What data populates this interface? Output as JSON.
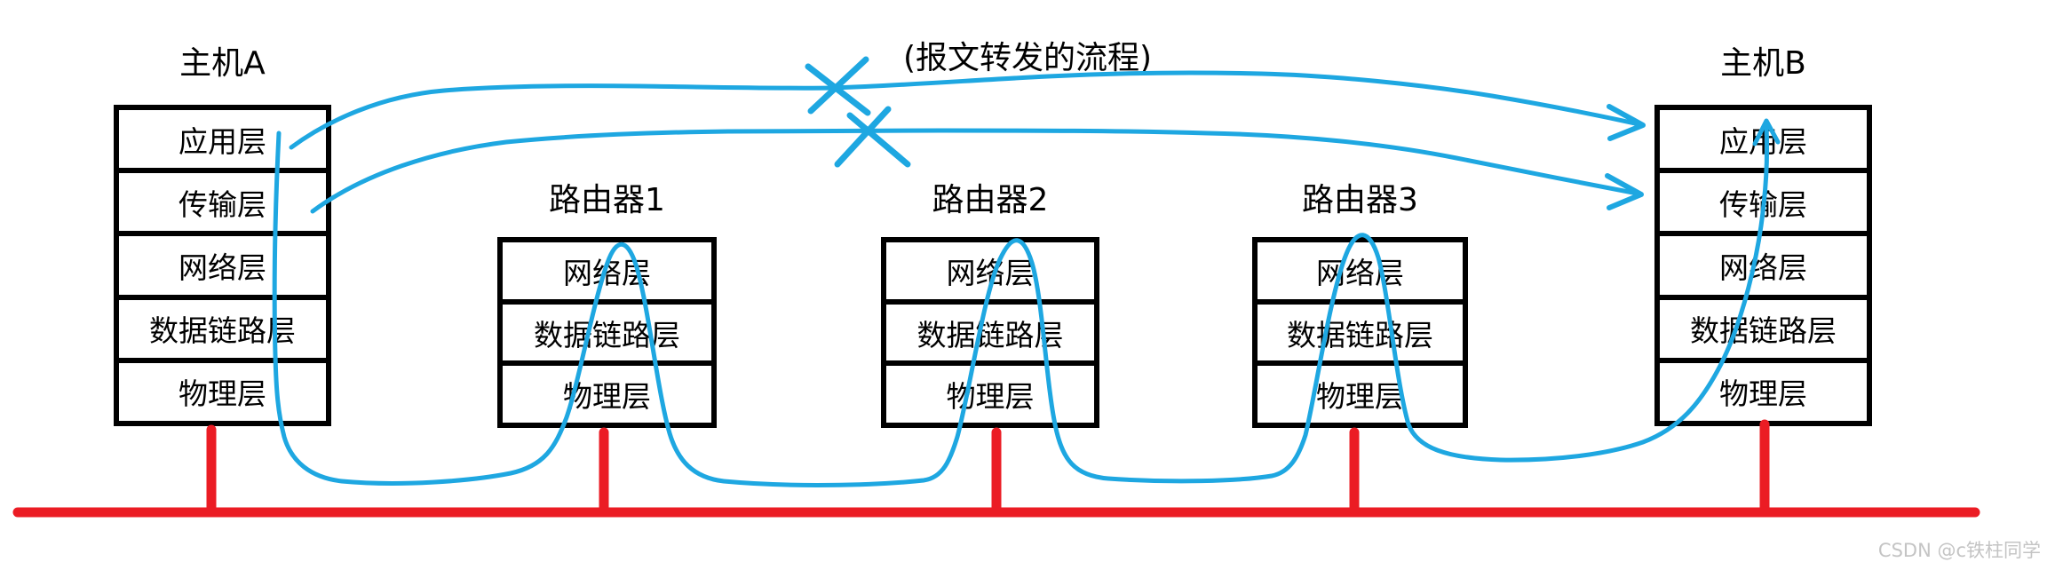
{
  "caption": "(报文转发的流程)",
  "watermark": "CSDN @c铁柱同学",
  "colors": {
    "ink_blue": "#1ea7e1",
    "bus_red": "#eb1c24",
    "box_black": "#000000",
    "watermark_gray": "#c4c4c4"
  },
  "nodes": [
    {
      "id": "host-a",
      "title": "主机A",
      "layers": [
        "应用层",
        "传输层",
        "网络层",
        "数据链路层",
        "物理层"
      ]
    },
    {
      "id": "router-1",
      "title": "路由器1",
      "layers": [
        "网络层",
        "数据链路层",
        "物理层"
      ]
    },
    {
      "id": "router-2",
      "title": "路由器2",
      "layers": [
        "网络层",
        "数据链路层",
        "物理层"
      ]
    },
    {
      "id": "router-3",
      "title": "路由器3",
      "layers": [
        "网络层",
        "数据链路层",
        "物理层"
      ]
    },
    {
      "id": "host-b",
      "title": "主机B",
      "layers": [
        "应用层",
        "传输层",
        "网络层",
        "数据链路层",
        "物理层"
      ]
    }
  ]
}
